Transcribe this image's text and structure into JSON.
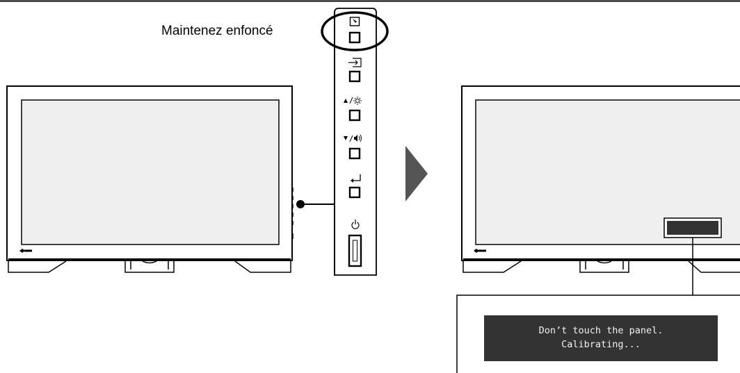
{
  "instruction": {
    "hold_label": "Maintenez enfoncé"
  },
  "control_panel": {
    "buttons": [
      {
        "icon": "touch-calibration-icon",
        "highlighted": true
      },
      {
        "icon": "input-switch-icon"
      },
      {
        "icon": "up-brightness-icon"
      },
      {
        "icon": "down-volume-icon"
      },
      {
        "icon": "enter-icon"
      },
      {
        "icon": "power-icon"
      }
    ]
  },
  "osd_message": {
    "line1": "Don’t touch the panel.",
    "line2": "Calibrating..."
  },
  "colors": {
    "screen": "#efefef",
    "osd_background": "#333333",
    "arrow": "#555555",
    "stroke": "#000000"
  }
}
